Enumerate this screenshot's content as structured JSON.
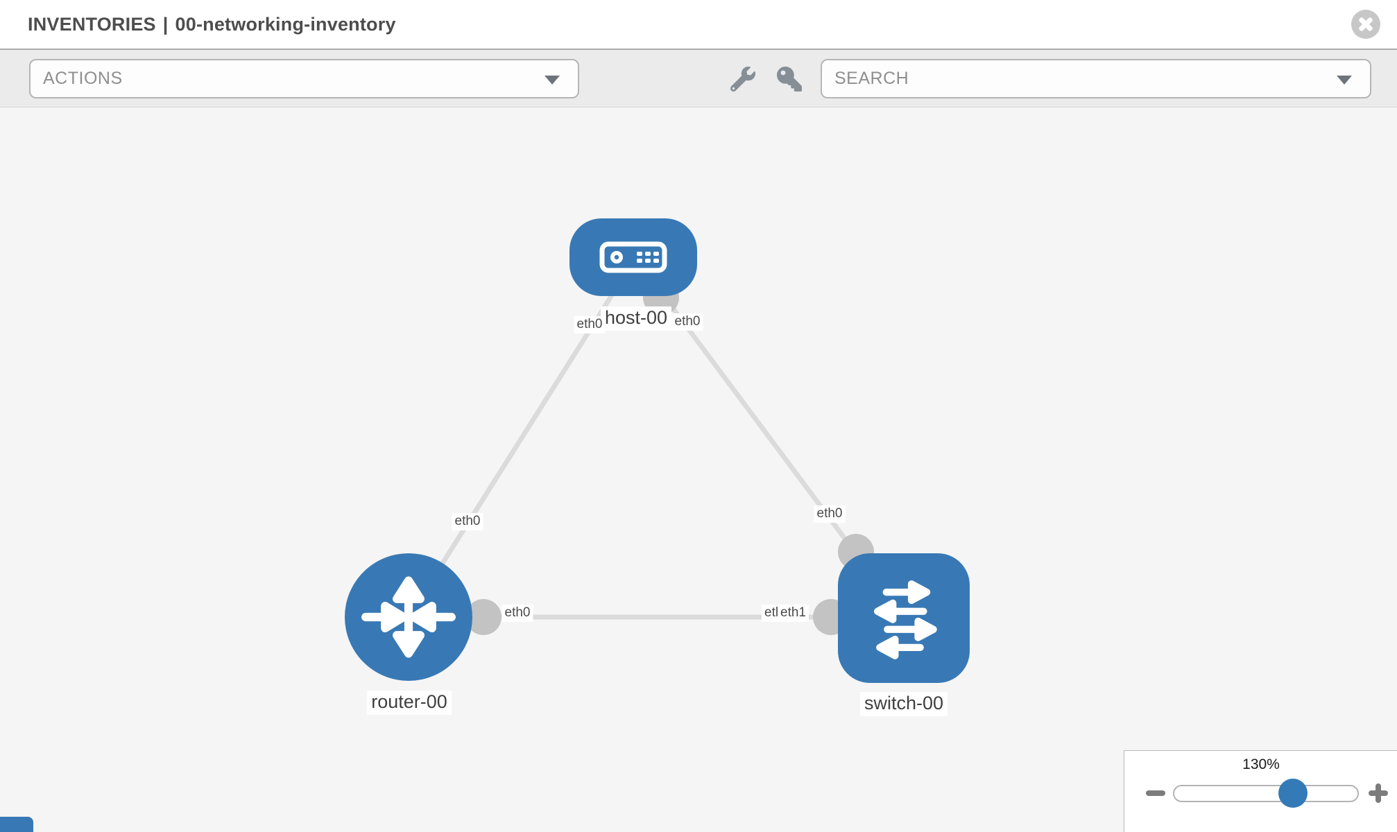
{
  "header": {
    "breadcrumb": "INVENTORIES",
    "separator": "|",
    "inventory_name": "00-networking-inventory"
  },
  "toolbar": {
    "actions_label": "ACTIONS",
    "search_label": "SEARCH"
  },
  "topology": {
    "nodes": [
      {
        "label": "host-00",
        "type": "host"
      },
      {
        "label": "router-00",
        "type": "router"
      },
      {
        "label": "switch-00",
        "type": "switch"
      }
    ],
    "ports": {
      "host_left": "eth0",
      "host_right": "eth0",
      "router_uplink": "eth0",
      "switch_uplink": "eth0",
      "router_lan": "eth0",
      "switch_lan_under": "eth0",
      "switch_lan": "eth1"
    }
  },
  "zoom_control": {
    "percent": "130%"
  },
  "icons": {
    "close": "close-icon",
    "actions_caret": "chevron-down-icon",
    "search_caret": "chevron-down-icon",
    "wrench": "wrench-icon",
    "key": "key-icon",
    "zoom_out": "minus-icon",
    "zoom_in": "plus-icon"
  },
  "colors": {
    "node_blue": "#3879b5",
    "handle_blue": "#337ab7",
    "link_gray": "#dbdbdb",
    "connector_gray": "#c3c3c3",
    "toolbar_bg": "#ebebeb",
    "canvas_bg": "#f5f5f5"
  }
}
